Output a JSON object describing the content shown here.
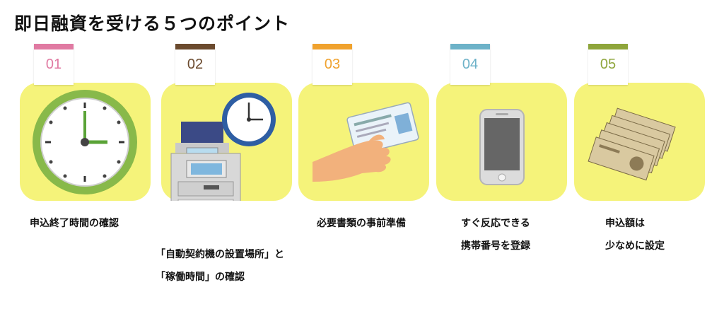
{
  "title": "即日融資を受ける５つのポイント",
  "points": [
    {
      "num": "01",
      "color": "#e07aa2",
      "caption": [
        "申込終了時間の確認"
      ]
    },
    {
      "num": "02",
      "color": "#6b4a2e",
      "caption": [
        "「自動契約機の設置場所」と",
        "「稼働時間」の確認"
      ]
    },
    {
      "num": "03",
      "color": "#f0a22e",
      "caption": [
        "必要書類の事前準備"
      ]
    },
    {
      "num": "04",
      "color": "#6db2c8",
      "caption": [
        "すぐ反応できる",
        "携帯番号を登録"
      ]
    },
    {
      "num": "05",
      "color": "#8ea53b",
      "caption": [
        "申込額は",
        "少なめに設定"
      ]
    }
  ],
  "illustrations": [
    "clock-icon",
    "atm-machine-icon",
    "hand-holding-card-icon",
    "smartphone-icon",
    "banknotes-icon"
  ],
  "tile_color": "#f5f37a"
}
